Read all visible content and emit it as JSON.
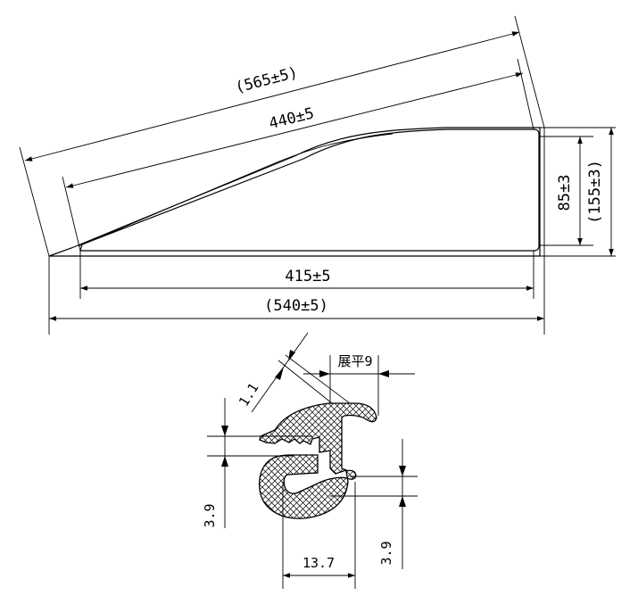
{
  "top_view": {
    "dim_overall_slant": "(565±5)",
    "dim_inner_slant": "440±5",
    "dim_inner_bottom": "415±5",
    "dim_overall_bottom": "(540±5)",
    "dim_inner_height": "85±3",
    "dim_overall_height": "(155±3)"
  },
  "section_view": {
    "dim_flat_width": "展平9",
    "dim_thickness": "1.1",
    "dim_left_gap": "3.9",
    "dim_right_gap": "3.9",
    "dim_bottom_width": "13.7"
  }
}
